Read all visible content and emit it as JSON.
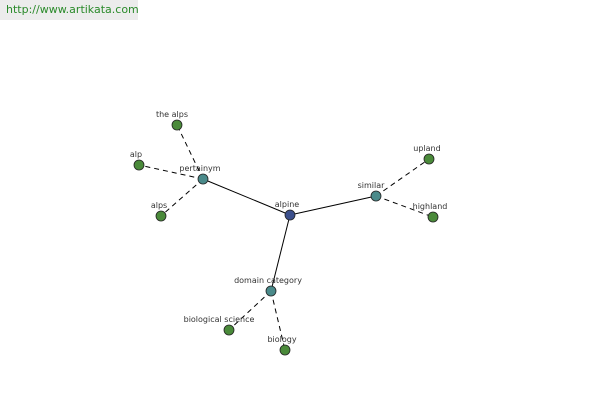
{
  "header": {
    "url_text": "http://www.artikata.com"
  },
  "colors": {
    "root_node": "#3b4f8c",
    "relation_node": "#4a8a8a",
    "leaf_node": "#4a8a3a",
    "url_text": "#2a8a2a"
  },
  "graph": {
    "nodes": [
      {
        "id": "alpine",
        "label": "alpine",
        "kind": "root"
      },
      {
        "id": "pertainym",
        "label": "pertainym",
        "kind": "relation"
      },
      {
        "id": "similar",
        "label": "similar",
        "kind": "relation"
      },
      {
        "id": "domain_category",
        "label": "domain category",
        "kind": "relation"
      },
      {
        "id": "the_alps",
        "label": "the alps",
        "kind": "leaf"
      },
      {
        "id": "alp",
        "label": "alp",
        "kind": "leaf"
      },
      {
        "id": "alps",
        "label": "alps",
        "kind": "leaf"
      },
      {
        "id": "upland",
        "label": "upland",
        "kind": "leaf"
      },
      {
        "id": "highland",
        "label": "highland",
        "kind": "leaf"
      },
      {
        "id": "biological_science",
        "label": "biological science",
        "kind": "leaf"
      },
      {
        "id": "biology",
        "label": "biology",
        "kind": "leaf"
      }
    ],
    "edges": [
      {
        "from": "alpine",
        "to": "pertainym",
        "style": "solid"
      },
      {
        "from": "alpine",
        "to": "similar",
        "style": "solid"
      },
      {
        "from": "alpine",
        "to": "domain_category",
        "style": "solid"
      },
      {
        "from": "pertainym",
        "to": "the_alps",
        "style": "dashed"
      },
      {
        "from": "pertainym",
        "to": "alp",
        "style": "dashed"
      },
      {
        "from": "pertainym",
        "to": "alps",
        "style": "dashed"
      },
      {
        "from": "similar",
        "to": "upland",
        "style": "dashed"
      },
      {
        "from": "similar",
        "to": "highland",
        "style": "dashed"
      },
      {
        "from": "domain_category",
        "to": "biological_science",
        "style": "dashed"
      },
      {
        "from": "domain_category",
        "to": "biology",
        "style": "dashed"
      }
    ]
  }
}
